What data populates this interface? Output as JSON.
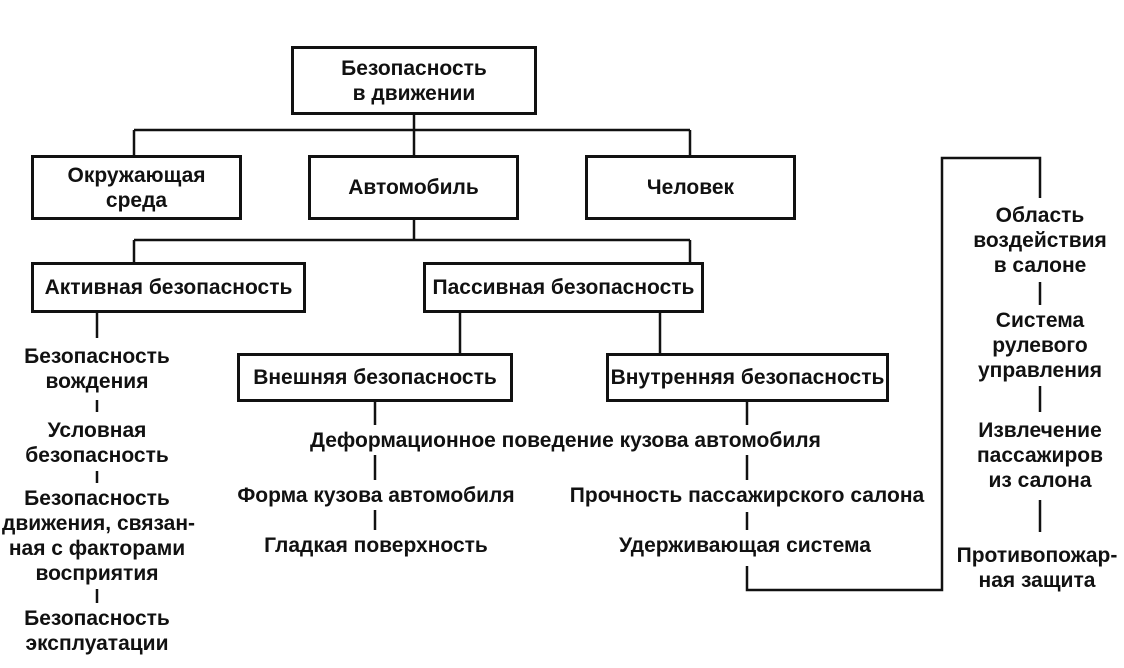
{
  "root": [
    "Безопасность",
    "в движении"
  ],
  "level1": {
    "environment": [
      "Окружающая",
      "среда"
    ],
    "vehicle": "Автомобиль",
    "human": "Человек"
  },
  "level2": {
    "active": "Активная безопасность",
    "passive": "Пассивная безопасность"
  },
  "level3": {
    "external": "Внешняя безопасность",
    "internal": "Внутренняя безопасность"
  },
  "active_items": [
    [
      "Безопасность",
      "вождения"
    ],
    [
      "Условная",
      "безопасность"
    ],
    [
      "Безопасность",
      "движения, связан-",
      "ная с факторами",
      "восприятия"
    ],
    [
      "Безопасность",
      "эксплуатации"
    ]
  ],
  "shared_item": "Деформационное поведение кузова автомобиля",
  "external_items": [
    "Форма кузова автомобиля",
    "Гладкая поверхность"
  ],
  "internal_items": [
    "Прочность пассажирского салона",
    "Удерживающая система"
  ],
  "right_column": [
    [
      "Область",
      "воздействия",
      "в салоне"
    ],
    [
      "Система",
      "рулевого",
      "управления"
    ],
    [
      "Извлечение",
      "пассажиров",
      "из салона"
    ],
    [
      "Противопожар-",
      "ная защита"
    ]
  ]
}
